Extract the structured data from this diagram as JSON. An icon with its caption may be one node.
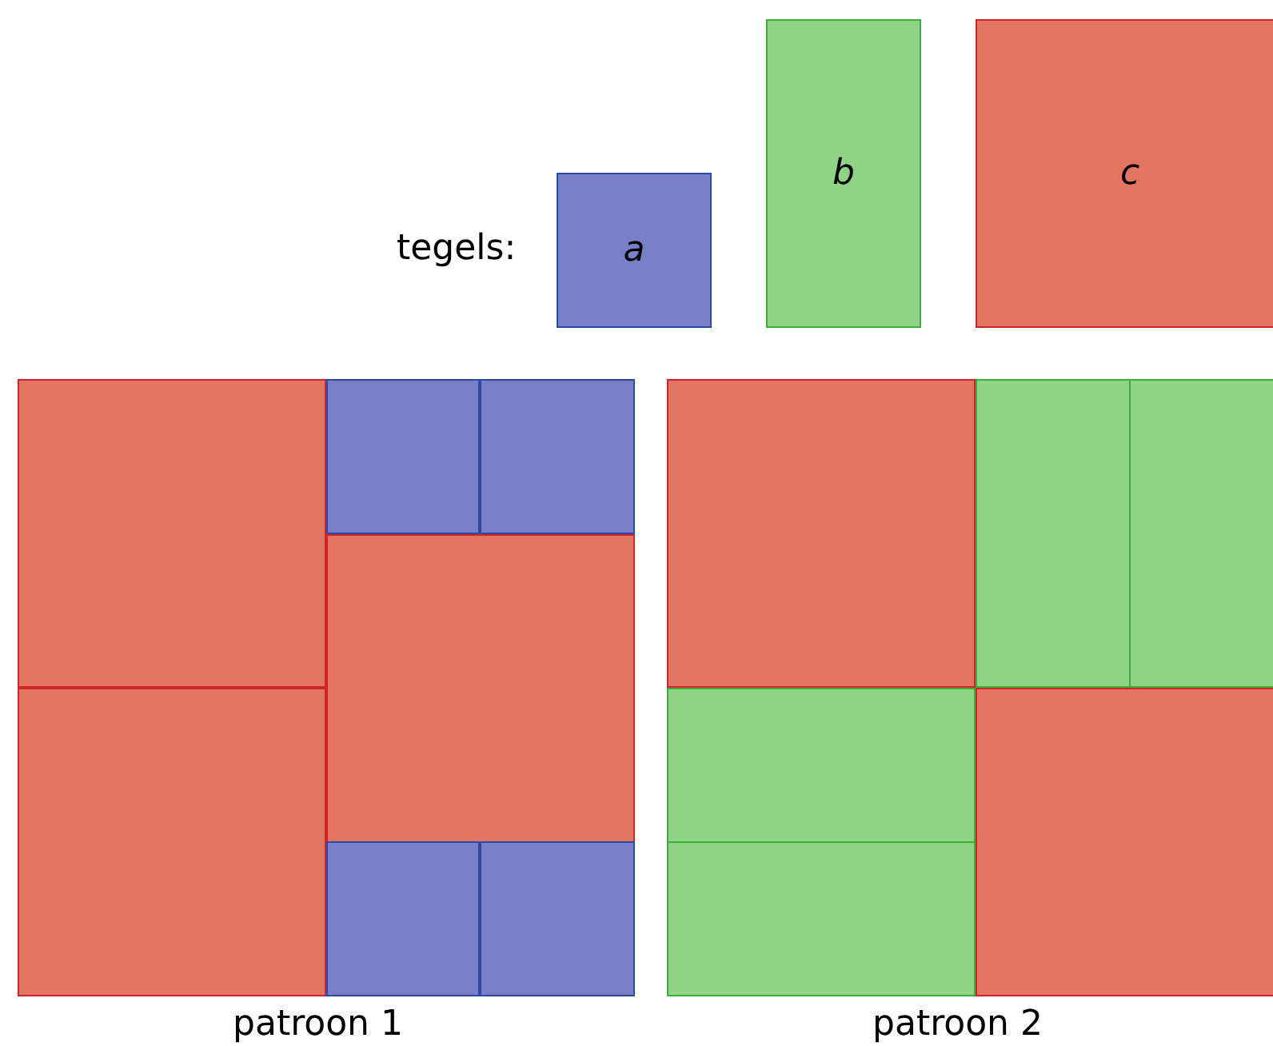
{
  "diagram": {
    "nodes": [
      {
        "text": [
          "a"
        ]
      },
      {
        "text": [
          "b"
        ]
      },
      {
        "text": [
          "c"
        ]
      },
      {
        "text": [],
        "shape": "box"
      },
      {
        "text": [],
        "shape": "box"
      },
      {
        "text": [],
        "shape": "box"
      },
      {
        "text": [],
        "shape": "box"
      },
      {
        "text": [],
        "shape": "box"
      },
      {
        "text": [],
        "shape": "box"
      },
      {
        "text": [],
        "shape": "box"
      },
      {
        "text": [],
        "shape": "box"
      },
      {
        "text": [],
        "shape": "box"
      },
      {
        "text": [],
        "shape": "box"
      },
      {
        "text": [],
        "shape": "box"
      },
      {
        "text": [],
        "shape": "box"
      },
      {
        "text": [],
        "shape": "box"
      }
    ],
    "labels": [
      "tegels:",
      "patroon 1",
      "patroon 2"
    ]
  }
}
